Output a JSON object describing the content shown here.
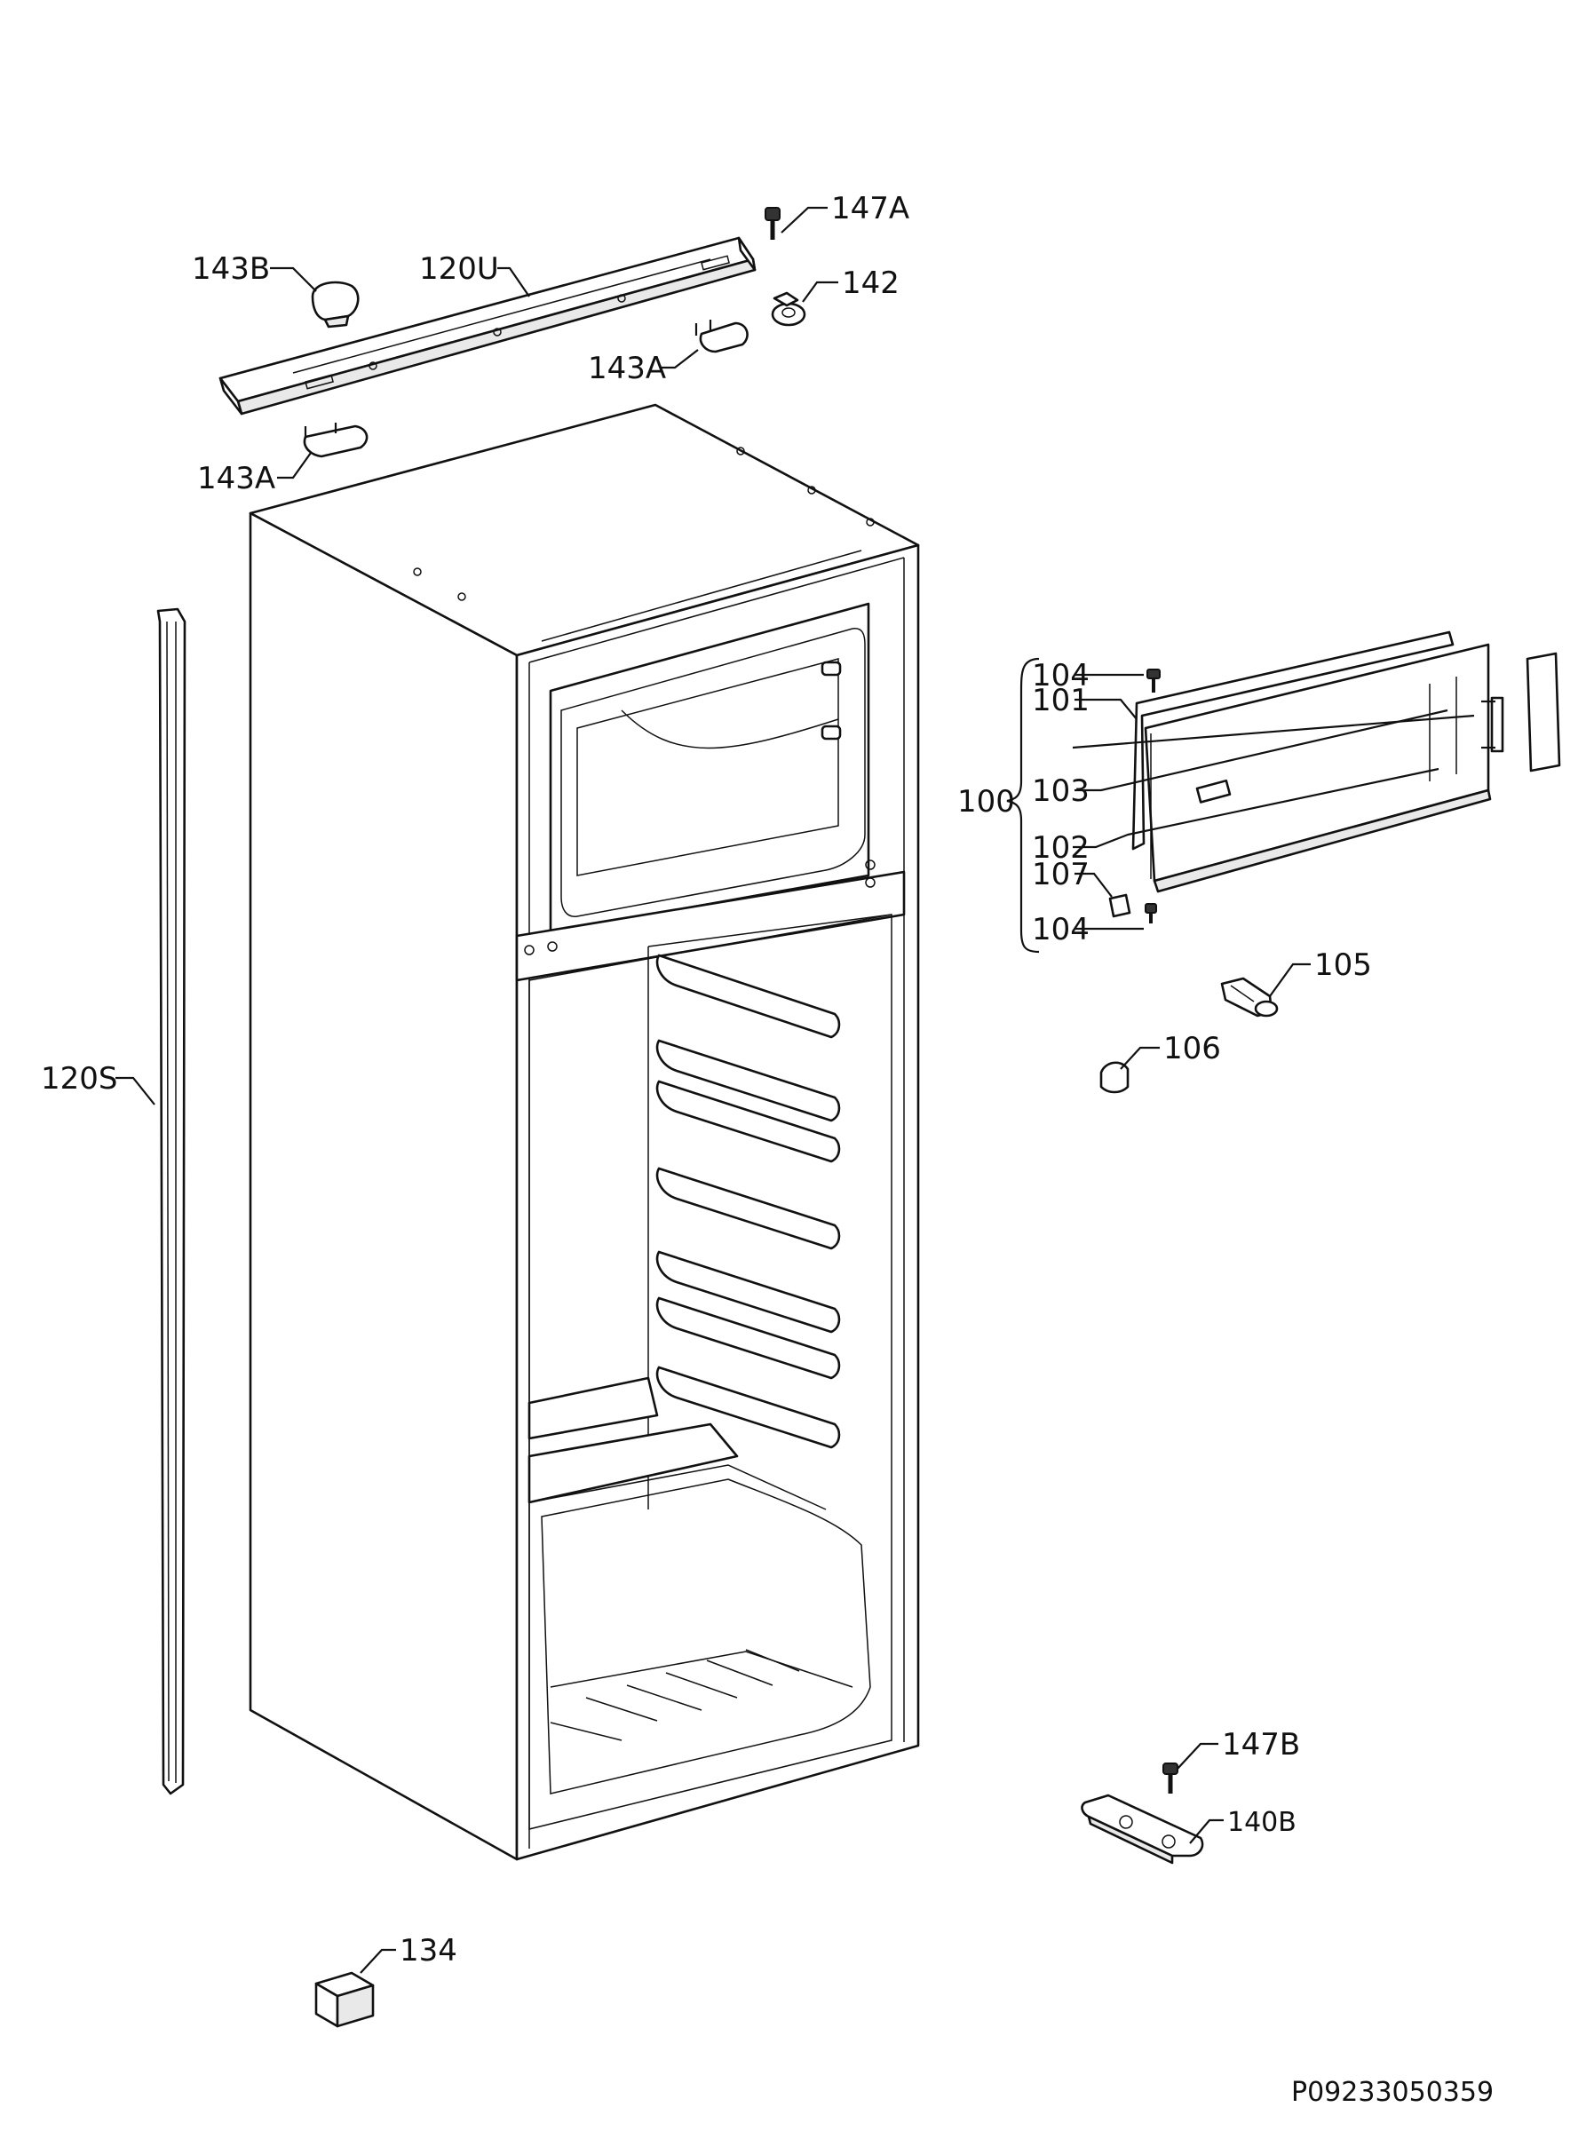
{
  "labels": {
    "l_147A": "147A",
    "l_143B": "143B",
    "l_120U": "120U",
    "l_142": "142",
    "l_143A_top": "143A",
    "l_143A_left": "143A",
    "l_104_top": "104",
    "l_101": "101",
    "l_100": "100",
    "l_103": "103",
    "l_102": "102",
    "l_107": "107",
    "l_104_bottom": "104",
    "l_105": "105",
    "l_106": "106",
    "l_120S": "120S",
    "l_147B": "147B",
    "l_140B": "140B",
    "l_134": "134"
  },
  "document_id": "P09233050359"
}
